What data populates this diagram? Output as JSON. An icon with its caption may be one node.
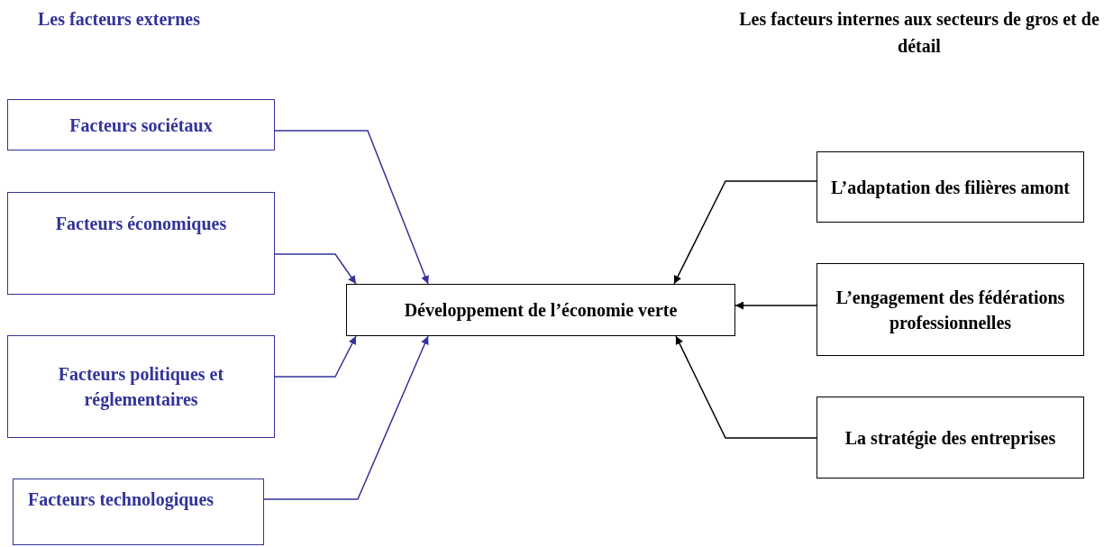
{
  "diagram": {
    "nodes": [
      {
        "text": [
          "Facteurs sociétaux"
        ]
      },
      {
        "text": [
          "Facteurs économiques"
        ]
      },
      {
        "text": [
          "Facteurs politiques et réglementaires"
        ]
      },
      {
        "text": [
          "Facteurs technologiques"
        ]
      },
      {
        "text": [
          "Développement de l’économie verte"
        ]
      },
      {
        "text": [
          "L’adaptation des filières amont"
        ]
      },
      {
        "text": [
          "L’engagement des fédérations professionnelles"
        ]
      },
      {
        "text": [
          "La stratégie des entreprises"
        ]
      }
    ],
    "edges": [
      {
        "from": 0,
        "to": 4,
        "arrow": "to"
      },
      {
        "from": 1,
        "to": 4,
        "arrow": "to"
      },
      {
        "from": 2,
        "to": 4,
        "arrow": "to"
      },
      {
        "from": 3,
        "to": 4,
        "arrow": "to"
      },
      {
        "from": 5,
        "to": 4,
        "arrow": "to",
        "color": "#000000"
      },
      {
        "from": 6,
        "to": 4,
        "arrow": "to",
        "color": "#000000"
      },
      {
        "from": 7,
        "to": 4,
        "arrow": "to",
        "color": "#000000"
      }
    ],
    "labels": [
      "Les facteurs externes",
      "Les facteurs internes aux secteurs de gros et de détail"
    ]
  }
}
